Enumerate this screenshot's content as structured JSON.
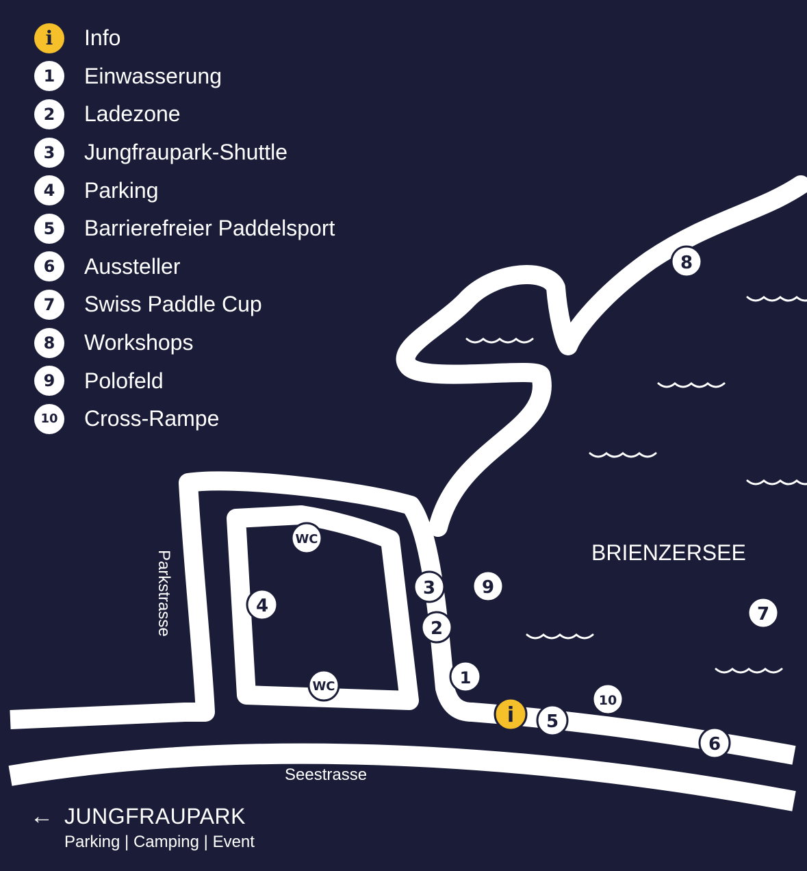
{
  "colors": {
    "background": "#1b1d38",
    "road": "#ffffff",
    "info_accent": "#f5c02a"
  },
  "legend": [
    {
      "badge": "i",
      "label": "Info",
      "icon": "info-icon"
    },
    {
      "badge": "1",
      "label": "Einwasserung"
    },
    {
      "badge": "2",
      "label": "Ladezone"
    },
    {
      "badge": "3",
      "label": "Jungfraupark-Shuttle"
    },
    {
      "badge": "4",
      "label": "Parking"
    },
    {
      "badge": "5",
      "label": "Barrierefreier Paddelsport"
    },
    {
      "badge": "6",
      "label": "Aussteller"
    },
    {
      "badge": "7",
      "label": "Swiss Paddle Cup"
    },
    {
      "badge": "8",
      "label": "Workshops"
    },
    {
      "badge": "9",
      "label": "Polofeld"
    },
    {
      "badge": "10",
      "label": "Cross-Rampe"
    }
  ],
  "map": {
    "lake_label": "BRIENZERSEE",
    "street_park": "Parkstrasse",
    "street_see": "Seestrasse",
    "wc_label": "WC",
    "markers": {
      "m1": "1",
      "m2": "2",
      "m3": "3",
      "m4": "4",
      "m5": "5",
      "m6": "6",
      "m7": "7",
      "m8": "8",
      "m9": "9",
      "m10": "10",
      "info": "i"
    }
  },
  "footer": {
    "arrow_icon": "arrow-left-icon",
    "arrow": "←",
    "title": "JUNGFRAUPARK",
    "subtitle": "Parking | Camping | Event"
  }
}
